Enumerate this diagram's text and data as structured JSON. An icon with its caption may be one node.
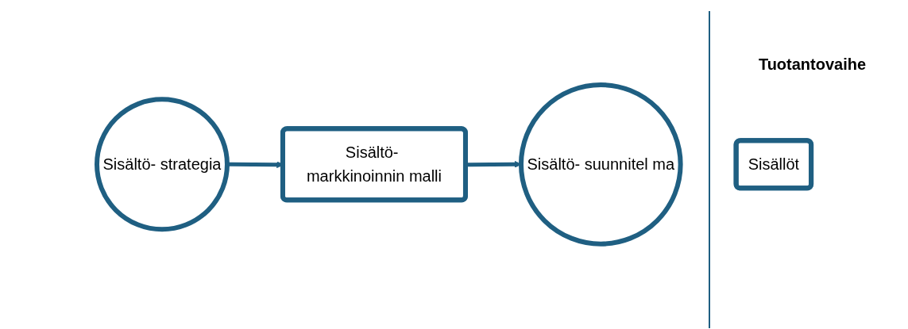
{
  "diagram": {
    "nodes": [
      {
        "text": [
          "Sisältö- strategia"
        ]
      },
      {
        "text": [
          "Sisältö- markkinoinnin malli"
        ]
      },
      {
        "text": [
          "Sisältö- suunnitel ma"
        ]
      },
      {
        "text": [
          "Sisällöt"
        ]
      }
    ],
    "edges": [
      {
        "from": 0,
        "to": 1,
        "arrow": "to"
      },
      {
        "from": 1,
        "to": 2,
        "arrow": "to"
      }
    ],
    "labels": [
      "Tuotantovaihe"
    ]
  }
}
